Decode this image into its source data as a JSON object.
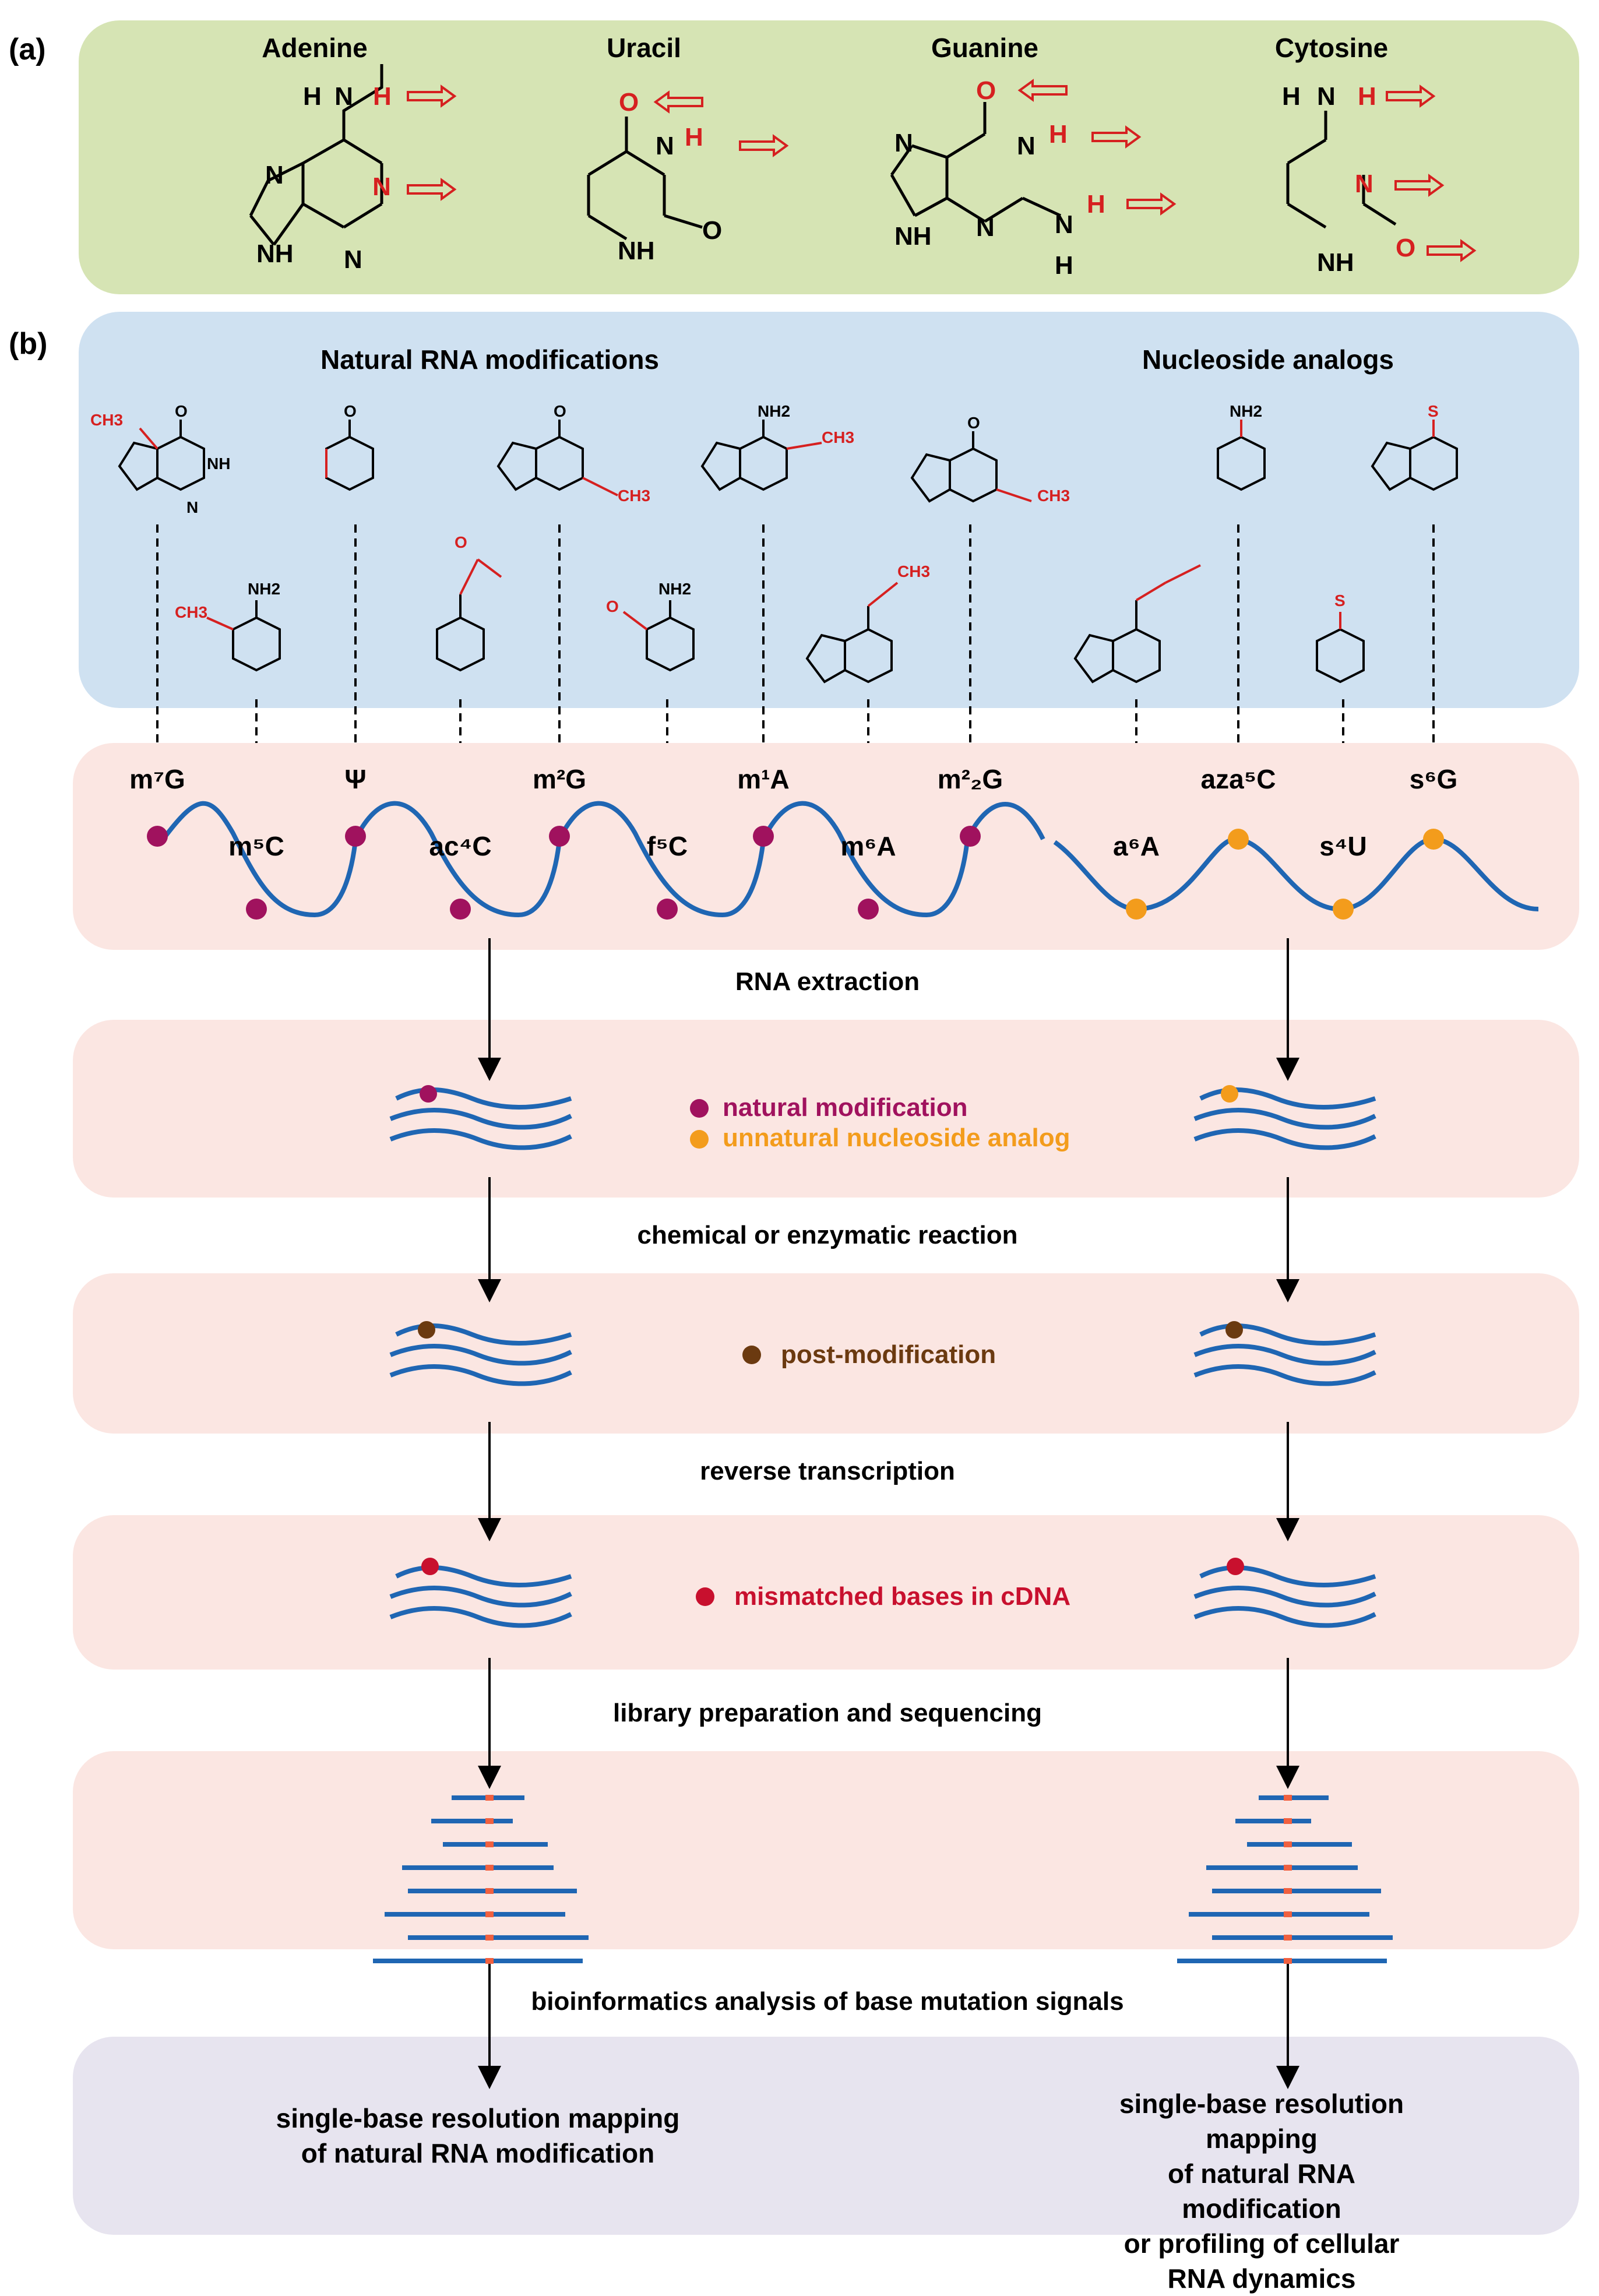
{
  "panel_a": {
    "label": "(a)",
    "bases": [
      "Adenine",
      "Uracil",
      "Guanine",
      "Cytosine"
    ]
  },
  "panel_b": {
    "label": "(b)",
    "natural_title": "Natural RNA modifications",
    "analog_title": "Nucleoside analogs",
    "natural_mods": [
      "m⁷G",
      "m⁵C",
      "Ψ",
      "ac⁴C",
      "m²G",
      "f⁵C",
      "m¹A",
      "m⁶A",
      "m²₂G"
    ],
    "analogs": [
      "a⁶A",
      "aza⁵C",
      "s⁴U",
      "s⁶G"
    ]
  },
  "steps": {
    "s1": "RNA extraction",
    "s2": "chemical or enzymatic reaction",
    "s3": "reverse transcription",
    "s4": "library preparation and sequencing",
    "s5": "bioinformatics analysis of base mutation signals"
  },
  "legend": {
    "natural": "natural modification",
    "unnatural": "unnatural nucleoside analog",
    "post": "post-modification",
    "mismatch": "mismatched bases in cDNA"
  },
  "results": {
    "left_l1": "single-base resolution mapping",
    "left_l2": "of natural RNA modification",
    "right_l1": "single-base resolution mapping",
    "right_l2": "of natural RNA modification",
    "right_l3": "or profiling of cellular RNA dynamics"
  },
  "colors": {
    "natural": "#a0125e",
    "unnatural": "#f39c1c",
    "post": "#6b3a10",
    "mismatch": "#c8102e",
    "rna": "#1f66b3"
  }
}
